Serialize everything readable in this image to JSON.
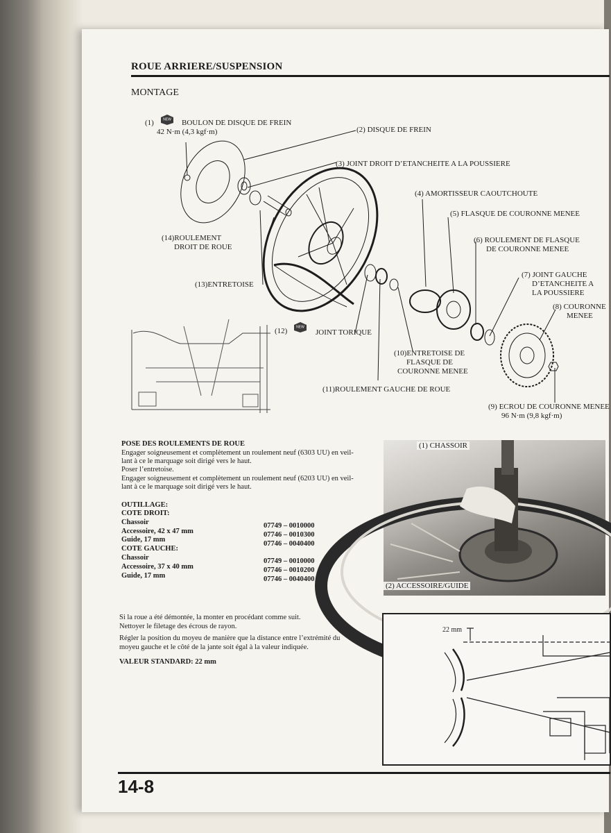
{
  "header": {
    "title": "ROUE ARRIERE/SUSPENSION"
  },
  "section": {
    "title": "MONTAGE"
  },
  "diagram_labels": {
    "l1_num": "(1)",
    "l1_name": "BOULON DE DISQUE DE FREIN",
    "l1_torque": "42 N·m (4,3 kgf·m)",
    "l2": "(2)  DISQUE DE FREIN",
    "l3": "(3)  JOINT DROIT D’ETANCHEITE A LA POUSSIERE",
    "l4": "(4)  AMORTISSEUR CAOUTCHOUTE",
    "l5": "(5)  FLASQUE DE COURONNE MENEE",
    "l6_a": "(6)  ROULEMENT DE FLASQUE",
    "l6_b": "DE COURONNE MENEE",
    "l7_a": "(7)  JOINT GAUCHE",
    "l7_b": "D’ETANCHEITE A",
    "l7_c": "LA POUSSIERE",
    "l8_a": "(8)  COURONNE",
    "l8_b": "MENEE",
    "l9": "(9)  ECROU DE COURONNE MENEE",
    "l9_torque": "96 N·m (9,8 kgf·m)",
    "l10_a": "(10)ENTRETOISE DE",
    "l10_b": "FLASQUE DE",
    "l10_c": "COURONNE MENEE",
    "l11": "(11)ROULEMENT GAUCHE DE ROUE",
    "l12_num": "(12)",
    "l12_name": "JOINT TORIQUE",
    "l13": "(13)ENTRETOISE",
    "l14_a": "(14)ROULEMENT",
    "l14_b": "DROIT DE ROUE",
    "new_badge": "NEW"
  },
  "bearings": {
    "title": "POSE DES ROULEMENTS DE ROUE",
    "p1a": "Engager soigneusement et complètement un roulement neuf (6303 UU) en veil-",
    "p1b": "lant à ce le marquage soit dirigé vers le haut.",
    "p2": "Poser l’entretoise.",
    "p3a": "Engager soigneusement et complètement un roulement neuf (6203 UU) en veil-",
    "p3b": "lant à ce le marquage soit dirigé vers le haut."
  },
  "tooling": {
    "heading": "OUTILLAGE:",
    "right_heading": "COTE DROIT:",
    "left_heading": "COTE GAUCHE:",
    "rows_right": [
      {
        "name": "Chassoir",
        "code": "07749 – 0010000"
      },
      {
        "name": "Accessoire, 42 x 47 mm",
        "code": "07746 – 0010300"
      },
      {
        "name": "Guide, 17 mm",
        "code": "07746 – 0040400"
      }
    ],
    "rows_left": [
      {
        "name": "Chassoir",
        "code": "07749 – 0010000"
      },
      {
        "name": "Accessoire, 37 x 40 mm",
        "code": "07746 – 0010200"
      },
      {
        "name": "Guide, 17 mm",
        "code": "07746 – 0040400"
      }
    ]
  },
  "photo": {
    "label_top": "(1) CHASSOIR",
    "label_bottom": "(2) ACCESSOIRE/GUIDE"
  },
  "rim": {
    "p1": "Si la roue a été démontée, la monter en procédant comme suit.",
    "p2": "Nettoyer le filetage des écrous de rayon.",
    "p3a": "Régler la position du moyeu de manière que la distance entre l’extrémité du",
    "p3b": "moyeu gauche et le côté de la jante soit égal à la valeur indiquée.",
    "standard": "VALEUR STANDARD: 22 mm",
    "figure_dim": "22 mm"
  },
  "footer": {
    "page_number": "14-8"
  }
}
